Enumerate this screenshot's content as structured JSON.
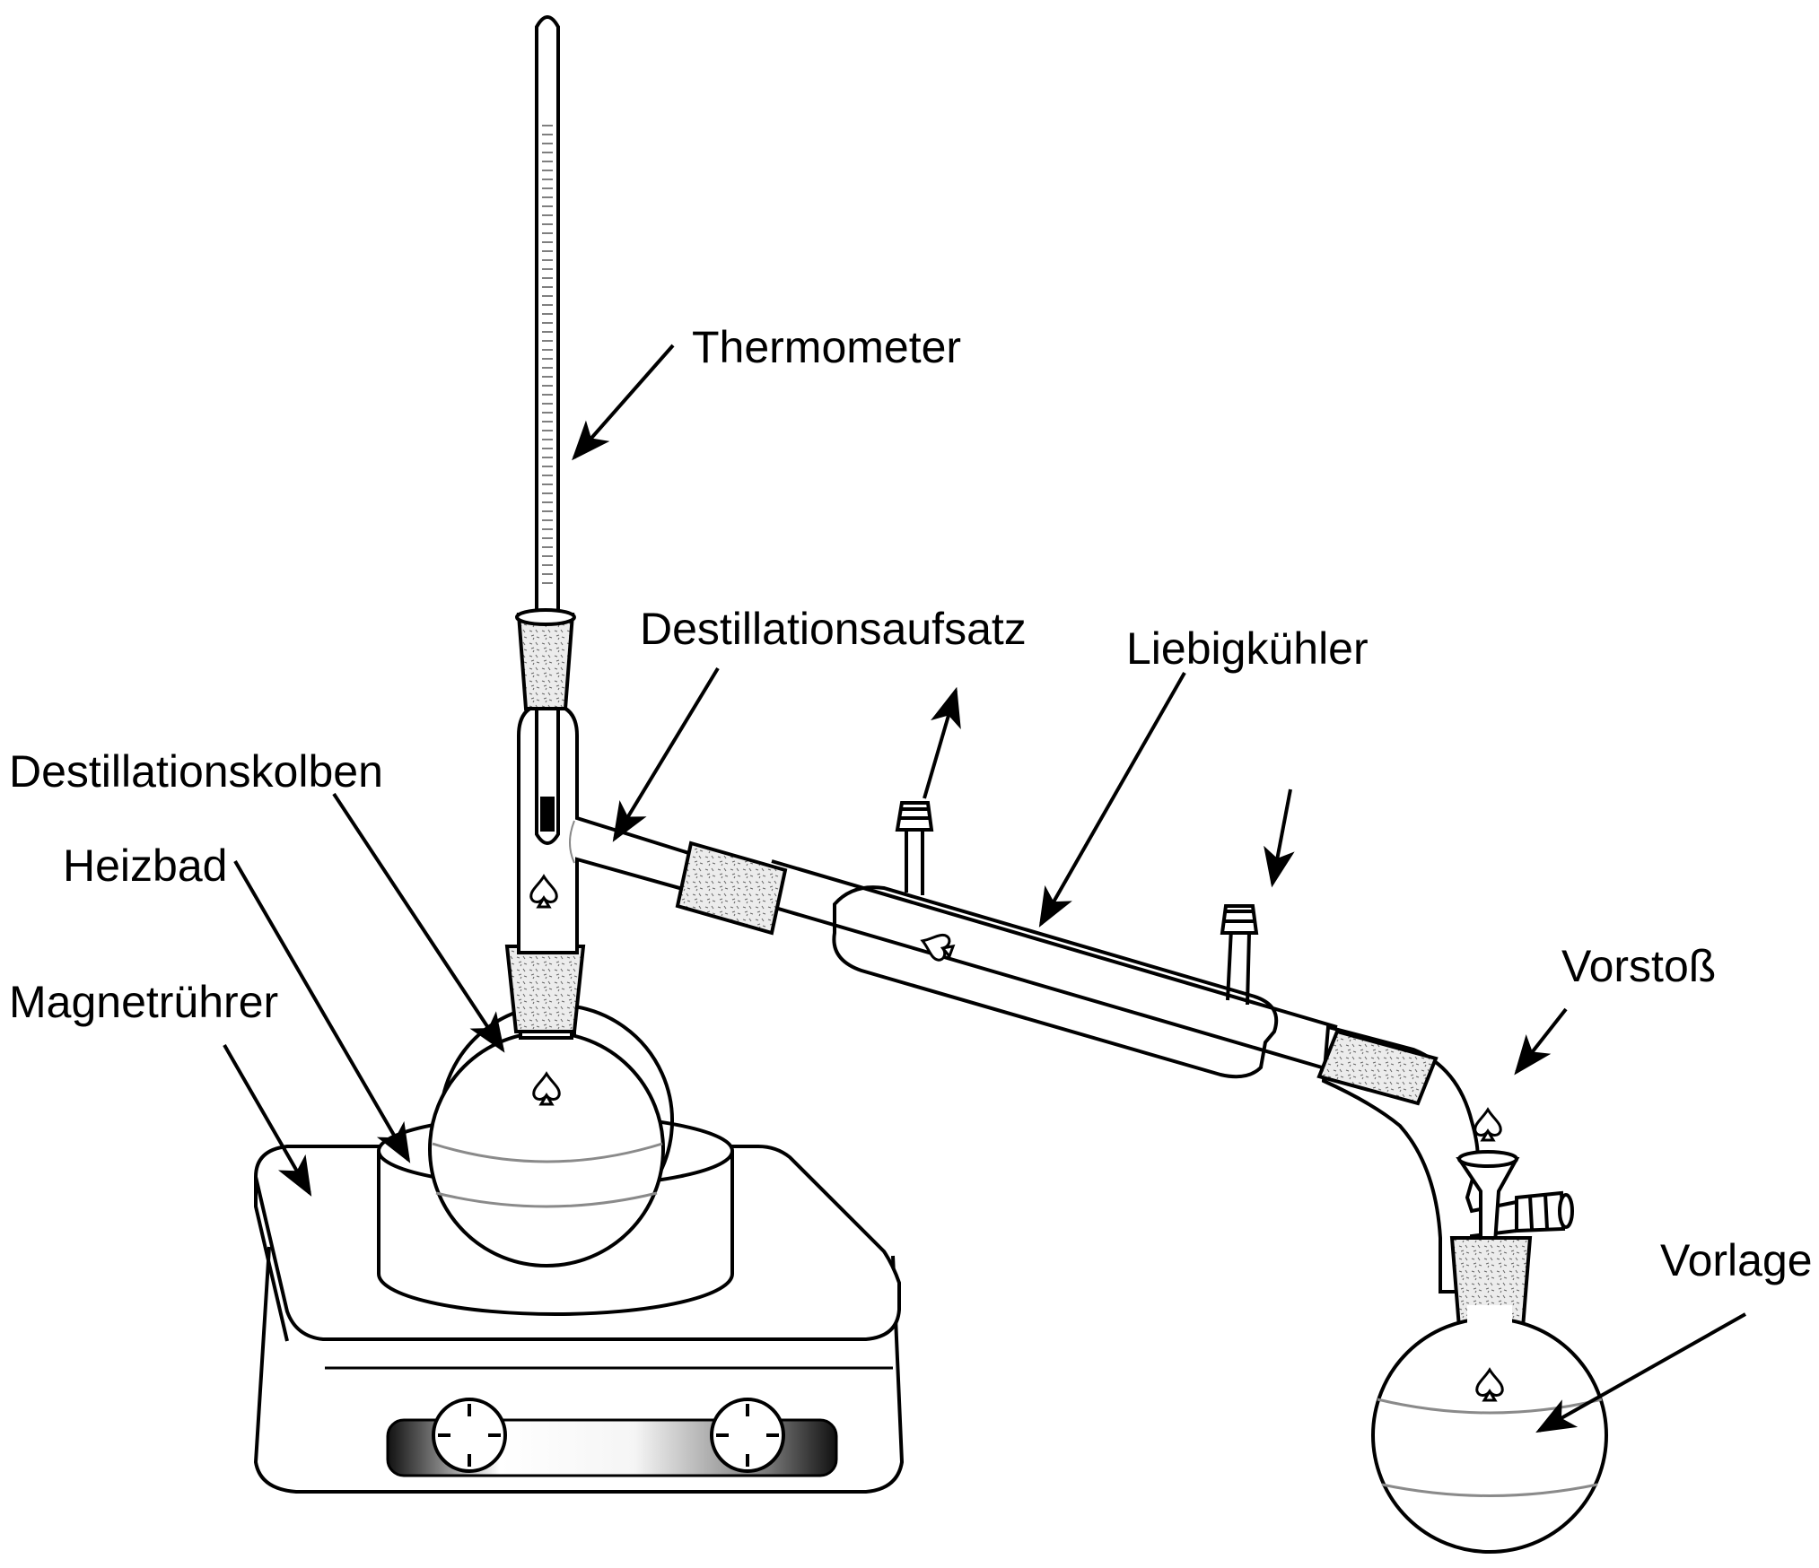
{
  "labels": {
    "thermometer": "Thermometer",
    "distillation_head": "Destillationsaufsatz",
    "condenser": "Liebigkühler",
    "distillation_flask": "Destillationskolben",
    "heating_bath": "Heizbad",
    "magnetic_stirrer": "Magnetrührer",
    "adapter": "Vorstoß",
    "receiver_flask": "Vorlage"
  },
  "colors": {
    "line": "#000000",
    "background": "#ffffff",
    "ground_glass": "#e0e0e0",
    "liquid_line": "#8a8a8a"
  },
  "icons": {
    "joint_marker": "spade-icon"
  }
}
